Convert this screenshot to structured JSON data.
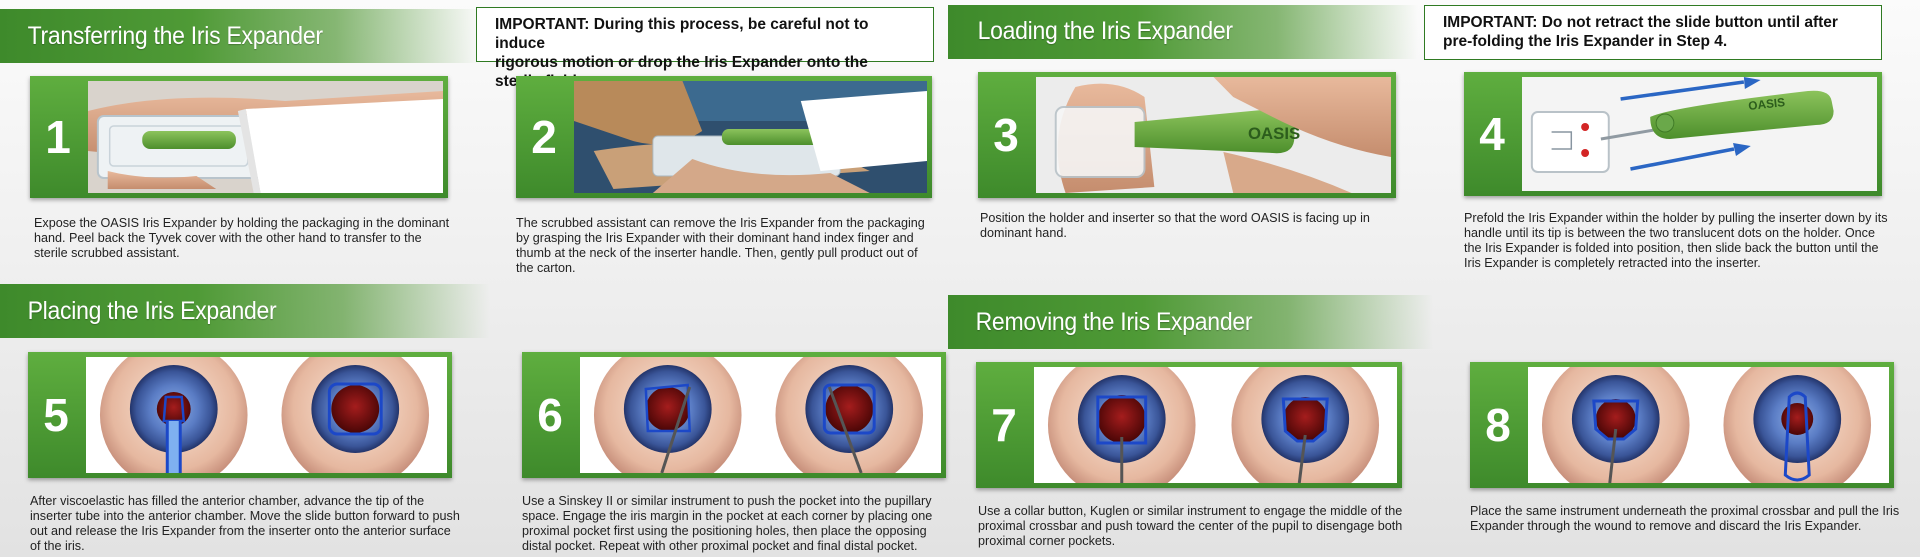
{
  "sections": {
    "transferring": "Transferring the Iris Expander",
    "placing": "Placing the Iris Expander",
    "loading": "Loading the Iris Expander",
    "removing": "Removing the Iris Expander"
  },
  "important": {
    "one_line1": "IMPORTANT: During this process, be careful not to induce",
    "one_line2": "rigorous motion or drop the Iris Expander onto the sterile field.",
    "two_line1": "IMPORTANT: Do not retract the slide button until after",
    "two_line2": "pre-folding the Iris Expander in Step 4."
  },
  "steps": [
    {
      "num": "1",
      "text": "Expose the OASIS Iris Expander by holding the packaging in the dominant hand. Peel back the Tyvek cover with the other hand to transfer to the sterile scrubbed assistant."
    },
    {
      "num": "2",
      "text": "The scrubbed assistant can remove the Iris Expander from the packaging by grasping the Iris Expander with their dominant hand index finger and thumb at the neck of the inserter handle. Then, gently pull product out of the carton."
    },
    {
      "num": "3",
      "text": "Position the holder and inserter so that the word OASIS is facing up in dominant hand."
    },
    {
      "num": "4",
      "text": "Prefold the Iris Expander within the holder by pulling the inserter down by its handle until its tip is between the two translucent dots on the holder. Once the Iris Expander is folded into position, then slide back the button until the Iris Expander is completely retracted into the inserter."
    },
    {
      "num": "5",
      "text": "After viscoelastic has filled the anterior chamber, advance the tip of the inserter tube into the anterior chamber. Move the slide button forward to push out and release the Iris Expander from the inserter onto the anterior surface of the iris."
    },
    {
      "num": "6",
      "text": "Use a Sinskey II or similar instrument to push the pocket into the pupillary space. Engage the iris margin in the pocket at each corner by placing one proximal pocket first using the positioning holes, then place the opposing distal pocket. Repeat with other proximal pocket and final distal pocket."
    },
    {
      "num": "7",
      "text": "Use a collar button, Kuglen or similar instrument to engage the middle of the proximal crossbar and push toward the center of the pupil to disengage both proximal corner pockets."
    },
    {
      "num": "8",
      "text": "Place the same instrument underneath the proximal crossbar and pull the Iris Expander through the wound to remove and discard the Iris Expander."
    }
  ],
  "brand_text": "OASIS",
  "colors": {
    "green": "#4a9632",
    "dark_green": "#2f7a22",
    "iris_blue": "#3f5fa8",
    "pupil_red": "#7a0f0f"
  }
}
